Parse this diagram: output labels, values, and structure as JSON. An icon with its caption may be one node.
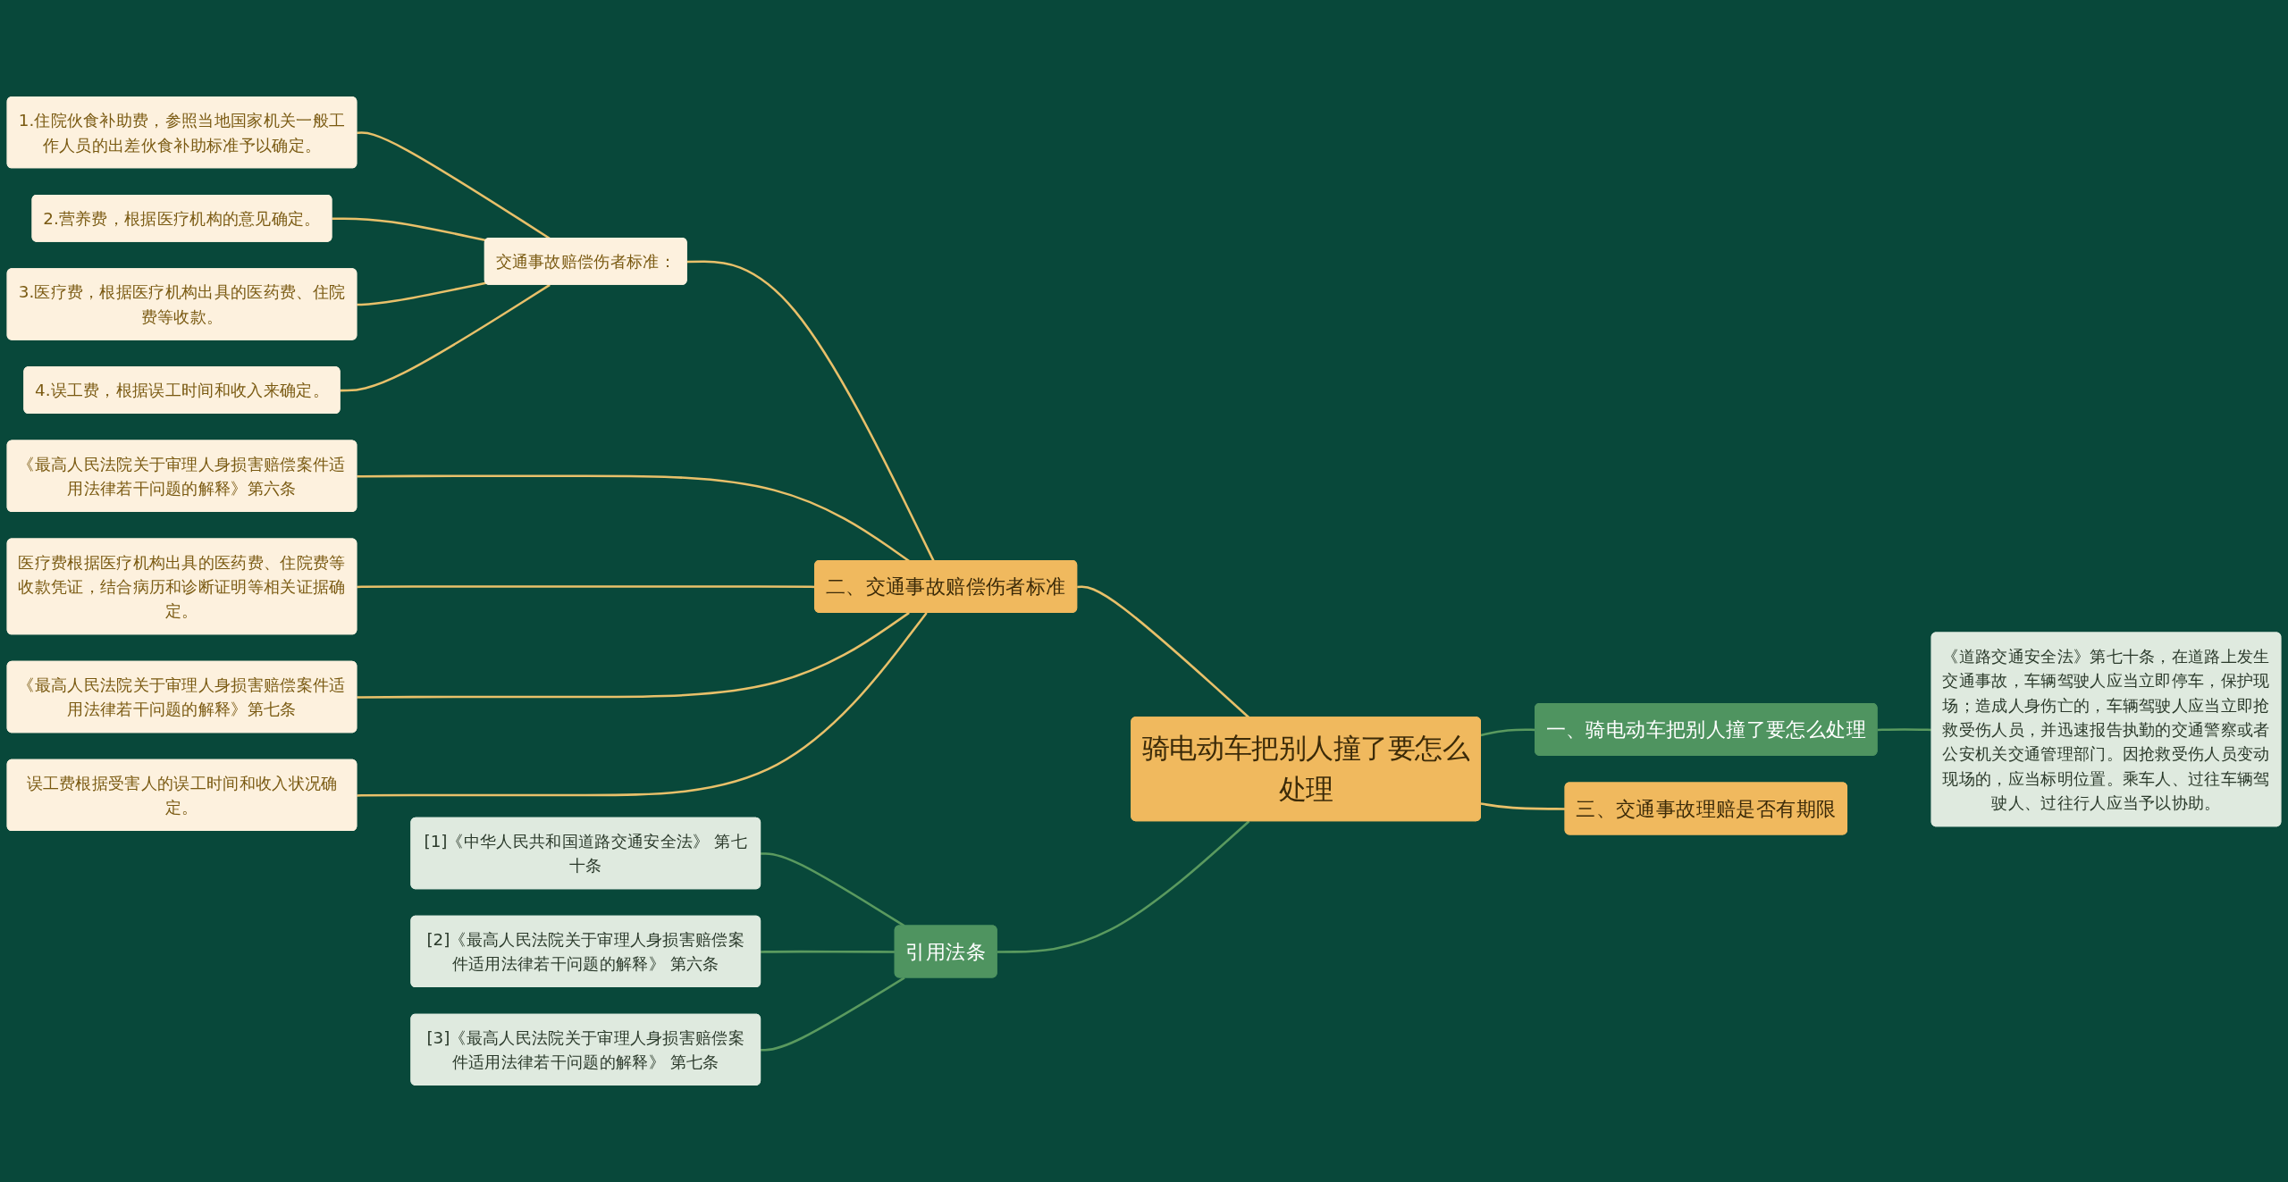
{
  "diagram": {
    "nodes": [
      {
        "text": [
          "骑电动车把别人撞了要怎么处理"
        ]
      },
      {
        "text": [
          "二、交通事故赔偿伤者标准"
        ]
      },
      {
        "text": [
          "交通事故赔偿伤者标准："
        ]
      },
      {
        "text": [
          "1.住院伙食补助费，参照当地国家机关一般工作人员的出差伙食补助标准予以确定。"
        ]
      },
      {
        "text": [
          "2.营养费，根据医疗机构的意见确定。"
        ]
      },
      {
        "text": [
          "3.医疗费，根据医疗机构出具的医药费、住院费等收款。"
        ]
      },
      {
        "text": [
          "4.误工费，根据误工时间和收入来确定。"
        ]
      },
      {
        "text": [
          "《最高人民法院关于审理人身损害赔偿案件适用法律若干问题的解释》第六条"
        ]
      },
      {
        "text": [
          "医疗费根据医疗机构出具的医药费、住院费等收款凭证，结合病历和诊断证明等相关证据确定。"
        ]
      },
      {
        "text": [
          "《最高人民法院关于审理人身损害赔偿案件适用法律若干问题的解释》第七条"
        ]
      },
      {
        "text": [
          "误工费根据受害人的误工时间和收入状况确定。"
        ]
      },
      {
        "text": [
          "引用法条"
        ]
      },
      {
        "text": [
          "[1]《中华人民共和国道路交通安全法》 第七十条"
        ]
      },
      {
        "text": [
          "[2]《最高人民法院关于审理人身损害赔偿案件适用法律若干问题的解释》 第六条"
        ]
      },
      {
        "text": [
          "[3]《最高人民法院关于审理人身损害赔偿案件适用法律若干问题的解释》 第七条"
        ]
      },
      {
        "text": [
          "一、骑电动车把别人撞了要怎么处理"
        ]
      },
      {
        "text": [
          "《道路交通安全法》第七十条，在道路上发生交通事故，车辆驾驶人应当立即停车，保护现场；造成人身伤亡的，车辆驾驶人应当立即抢救受伤人员，并迅速报告执勤的交通警察或者公安机关交通管理部门。因抢救受伤人员变动现场的，应当标明位置。乘车人、过往车辆驾驶人、过往行人应当予以协助。"
        ]
      },
      {
        "text": [
          "三、交通事故理赔是否有期限"
        ]
      }
    ],
    "edges": [
      {
        "from": 0,
        "to": 1,
        "arrow": "none"
      },
      {
        "from": 1,
        "to": 2,
        "arrow": "none"
      },
      {
        "from": 2,
        "to": 3,
        "arrow": "none"
      },
      {
        "from": 2,
        "to": 4,
        "arrow": "none"
      },
      {
        "from": 2,
        "to": 5,
        "arrow": "none"
      },
      {
        "from": 2,
        "to": 6,
        "arrow": "none"
      },
      {
        "from": 1,
        "to": 7,
        "arrow": "none"
      },
      {
        "from": 1,
        "to": 8,
        "arrow": "none"
      },
      {
        "from": 1,
        "to": 9,
        "arrow": "none"
      },
      {
        "from": 1,
        "to": 10,
        "arrow": "none"
      },
      {
        "from": 0,
        "to": 11,
        "arrow": "none",
        "color": "#5a9a5f"
      },
      {
        "from": 11,
        "to": 12,
        "arrow": "none",
        "color": "#5a9a5f"
      },
      {
        "from": 11,
        "to": 13,
        "arrow": "none",
        "color": "#5a9a5f"
      },
      {
        "from": 11,
        "to": 14,
        "arrow": "none",
        "color": "#5a9a5f"
      },
      {
        "from": 0,
        "to": 15,
        "arrow": "none",
        "color": "#5a9a5f"
      },
      {
        "from": 15,
        "to": 16,
        "arrow": "none",
        "color": "#5a9a5f"
      },
      {
        "from": 0,
        "to": 17,
        "arrow": "none"
      }
    ]
  }
}
